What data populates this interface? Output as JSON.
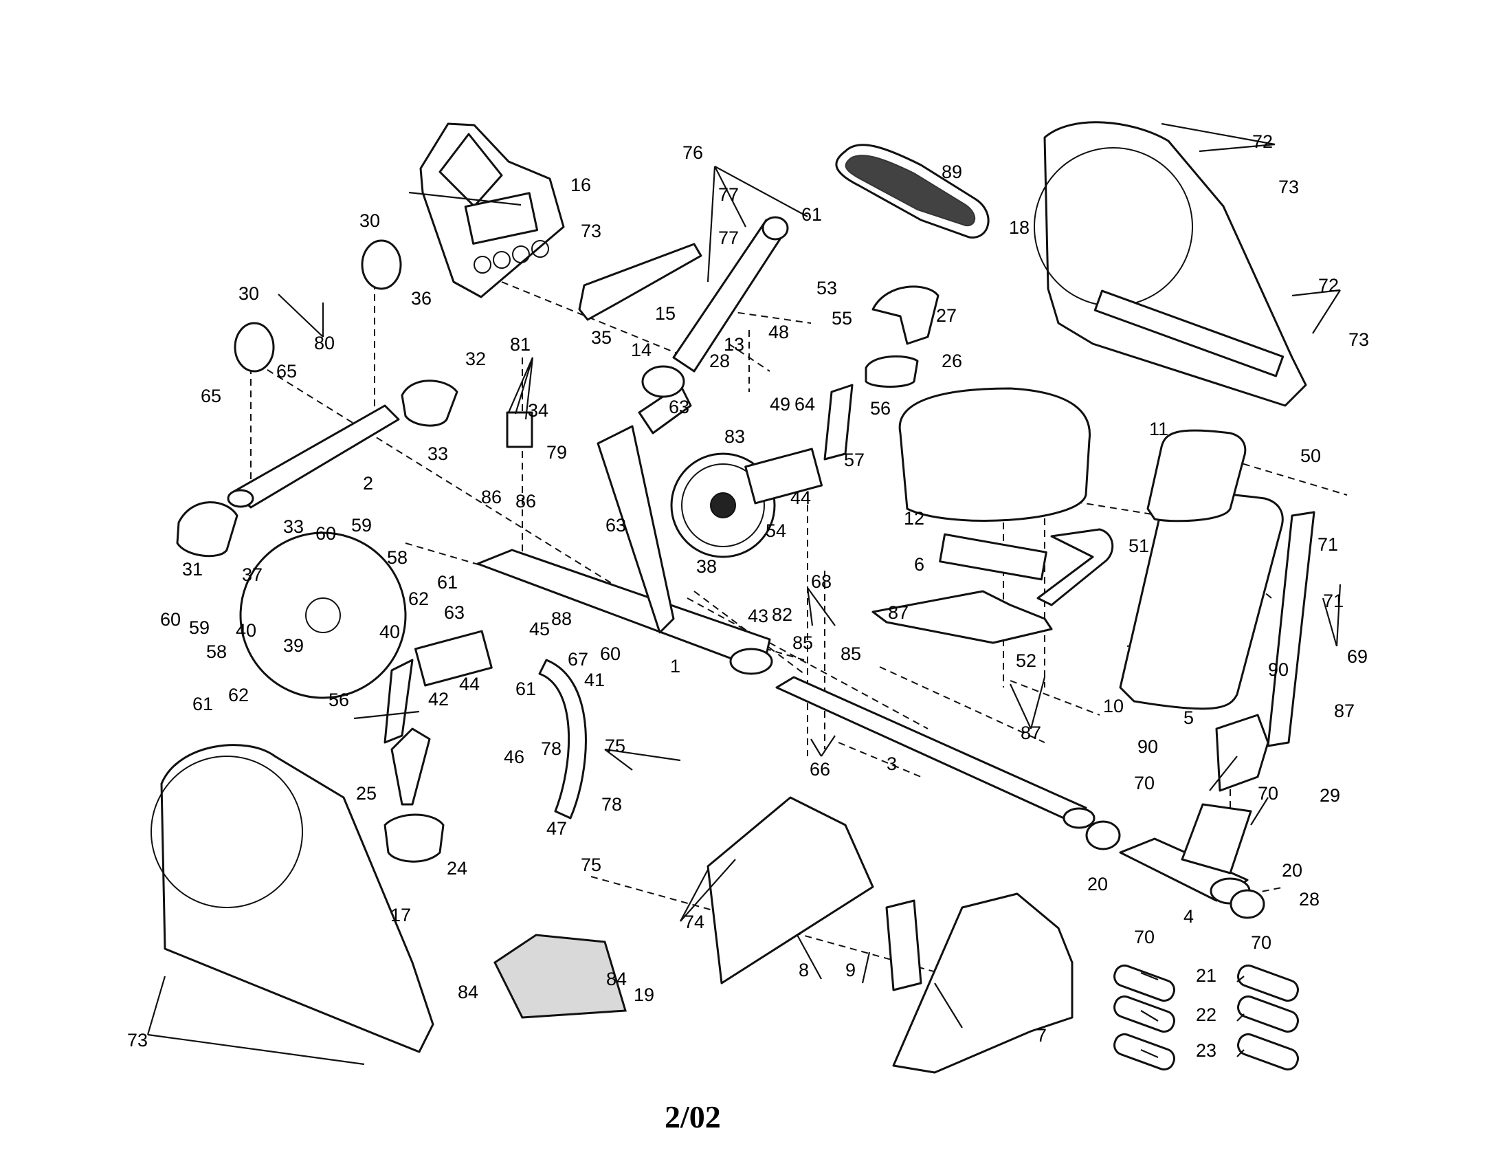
{
  "labels": [
    "1",
    "2",
    "3",
    "4",
    "5",
    "6",
    "7",
    "8",
    "9",
    "10",
    "11",
    "12",
    "13",
    "14",
    "15",
    "16",
    "17",
    "18",
    "19",
    "20",
    "21",
    "22",
    "23",
    "24",
    "25",
    "26",
    "27",
    "28",
    "29",
    "30",
    "31",
    "32",
    "33",
    "34",
    "35",
    "36",
    "37",
    "38",
    "39",
    "40",
    "41",
    "42",
    "43",
    "44",
    "45",
    "46",
    "47",
    "48",
    "49",
    "50",
    "51",
    "52",
    "53",
    "54",
    "55",
    "56",
    "57",
    "58",
    "59",
    "60",
    "61",
    "62",
    "63",
    "64",
    "65",
    "66",
    "67",
    "68",
    "69",
    "70",
    "71",
    "72",
    "73",
    "74",
    "75",
    "76",
    "77",
    "78",
    "79",
    "80",
    "81",
    "82",
    "83",
    "84",
    "85",
    "86",
    "87",
    "88",
    "89",
    "90"
  ],
  "footer": "2/02"
}
